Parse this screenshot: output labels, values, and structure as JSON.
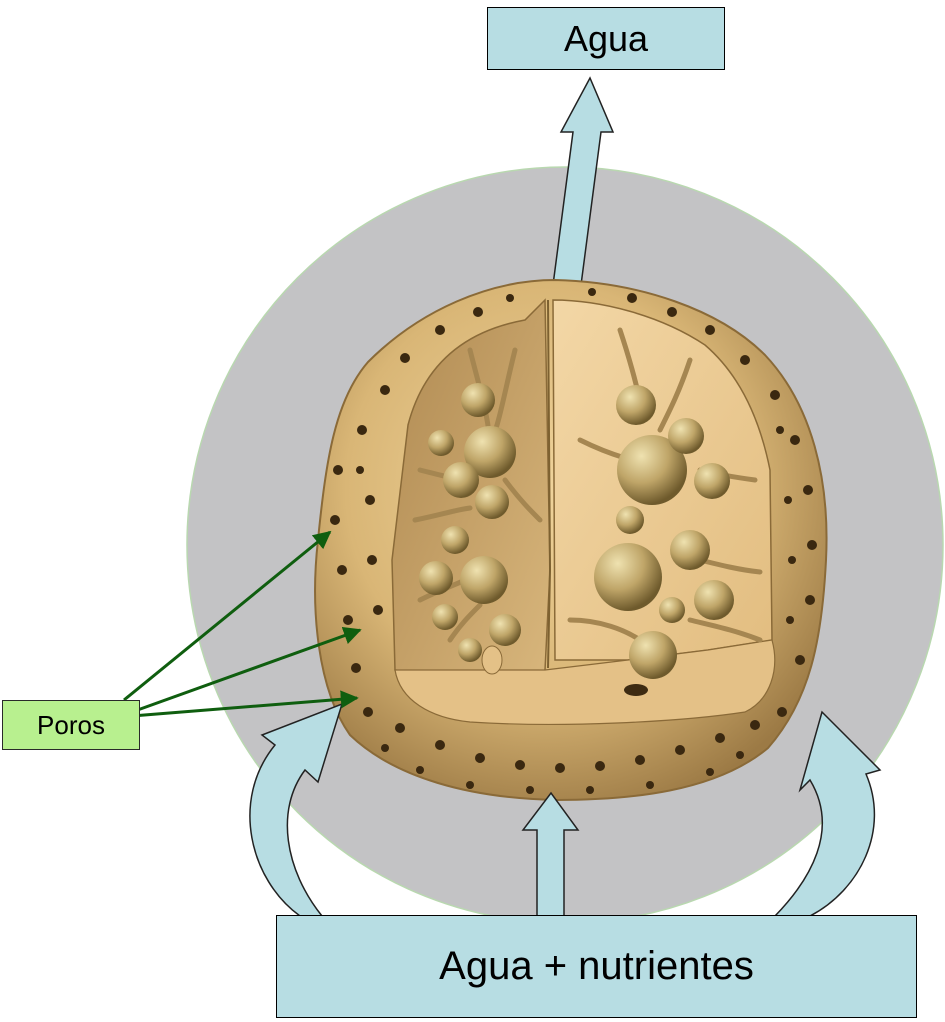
{
  "labels": {
    "output": "Agua",
    "input": "Agua + nutrientes",
    "pores": "Poros"
  },
  "colors": {
    "label_fill": "#b7dde3",
    "pores_fill": "#b8f08f",
    "arrow_fill": "#b7dde3",
    "halo": "#c3c3c5",
    "sponge": "#d9b77a",
    "pointer": "#0f5e0f"
  }
}
